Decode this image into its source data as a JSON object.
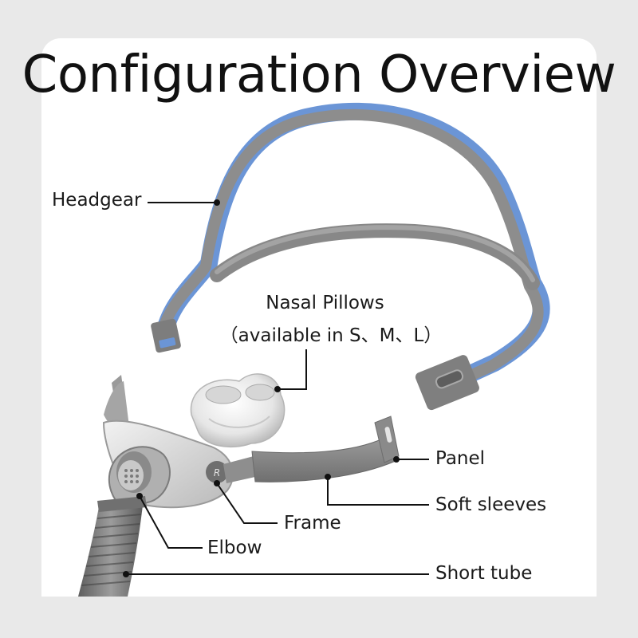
{
  "title": "Configuration Overview",
  "labels": {
    "headgear": "Headgear",
    "nasal_pillows": "Nasal Pillows",
    "nasal_pillows_sizes": "（available in S、M、L）",
    "panel": "Panel",
    "soft_sleeves": "Soft sleeves",
    "frame": "Frame",
    "elbow": "Elbow",
    "short_tube": "Short tube"
  },
  "frame_mark": "R",
  "colors": {
    "headgear_blue": "#6b95d6",
    "strap_gray": "#8a8a8a",
    "background": "#e9e9e9",
    "card": "#ffffff"
  }
}
